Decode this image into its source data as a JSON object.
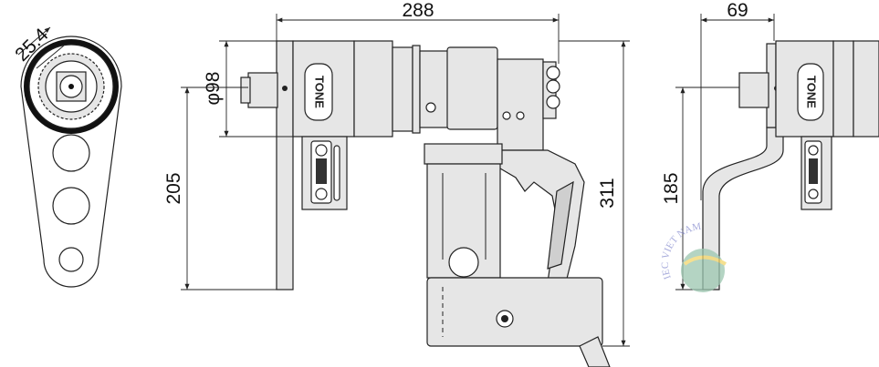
{
  "title": "Electric torque wrench dimension drawing",
  "brand": "TONE",
  "dimensions": {
    "square_drive": "25.4",
    "head_diameter": "φ98",
    "overall_length": "288",
    "height_to_grip": "205",
    "overall_height": "311",
    "reaction_arm_offset": "69",
    "reaction_arm_length": "185"
  },
  "watermark": {
    "text": "IEC VIET NAM"
  },
  "colors": {
    "body": "#e6e6e6",
    "line": "#222222"
  }
}
